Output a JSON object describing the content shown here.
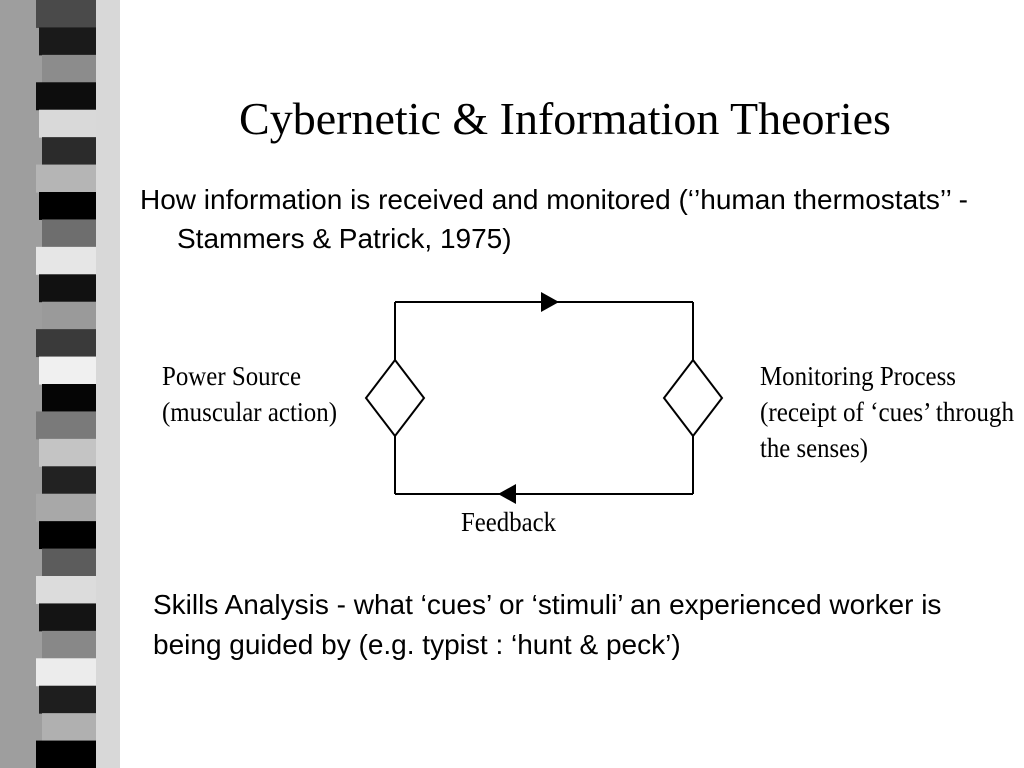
{
  "slide": {
    "title": "Cybernetic & Information Theories",
    "intro": "How information is received and monitored (‘’human thermostats’’ - Stammers & Patrick, 1975)",
    "skills": "Skills Analysis - what ‘cues’ or ‘stimuli’ an experienced worker is being guided by (e.g. typist : ‘hunt & peck’)"
  },
  "diagram": {
    "left_label": [
      "Power Source",
      "(muscular action)"
    ],
    "right_label": [
      "Monitoring Process",
      "(receipt of ‘cues’ through",
      "the senses)"
    ],
    "bottom_label": "Feedback"
  },
  "decoration": {
    "stripe_colors": [
      "#4a4a4a",
      "#1a1a1a",
      "#8c8c8c",
      "#0d0d0d",
      "#d9d9d9",
      "#2b2b2b",
      "#b5b5b5",
      "#000000",
      "#6e6e6e",
      "#e6e6e6",
      "#111111",
      "#9a9a9a",
      "#3a3a3a",
      "#f0f0f0",
      "#050505",
      "#7a7a7a",
      "#c4c4c4",
      "#222222",
      "#a8a8a8",
      "#000000",
      "#5c5c5c",
      "#dcdcdc",
      "#141414",
      "#888888",
      "#ececec",
      "#1e1e1e",
      "#b0b0b0",
      "#000000"
    ]
  }
}
